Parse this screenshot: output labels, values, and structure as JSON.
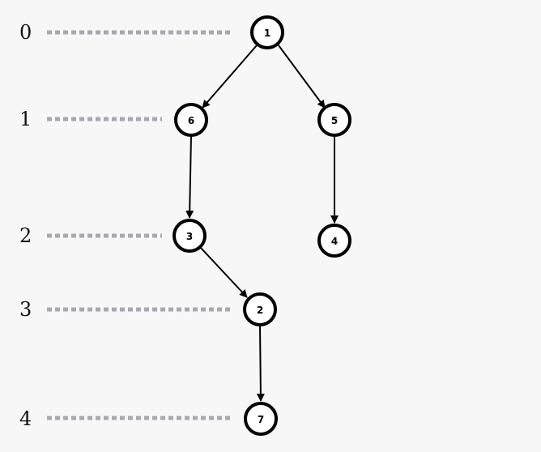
{
  "levels": [
    {
      "label": "0"
    },
    {
      "label": "1"
    },
    {
      "label": "2"
    },
    {
      "label": "3"
    },
    {
      "label": "4"
    }
  ],
  "nodes": [
    {
      "id": "n1",
      "label": "1"
    },
    {
      "id": "n6",
      "label": "6"
    },
    {
      "id": "n5",
      "label": "5"
    },
    {
      "id": "n3",
      "label": "3"
    },
    {
      "id": "n4",
      "label": "4"
    },
    {
      "id": "n2",
      "label": "2"
    },
    {
      "id": "n7",
      "label": "7"
    }
  ],
  "edges": [
    {
      "from": "1",
      "to": "6"
    },
    {
      "from": "1",
      "to": "5"
    },
    {
      "from": "6",
      "to": "3"
    },
    {
      "from": "5",
      "to": "4"
    },
    {
      "from": "3",
      "to": "2"
    },
    {
      "from": "2",
      "to": "7"
    }
  ]
}
